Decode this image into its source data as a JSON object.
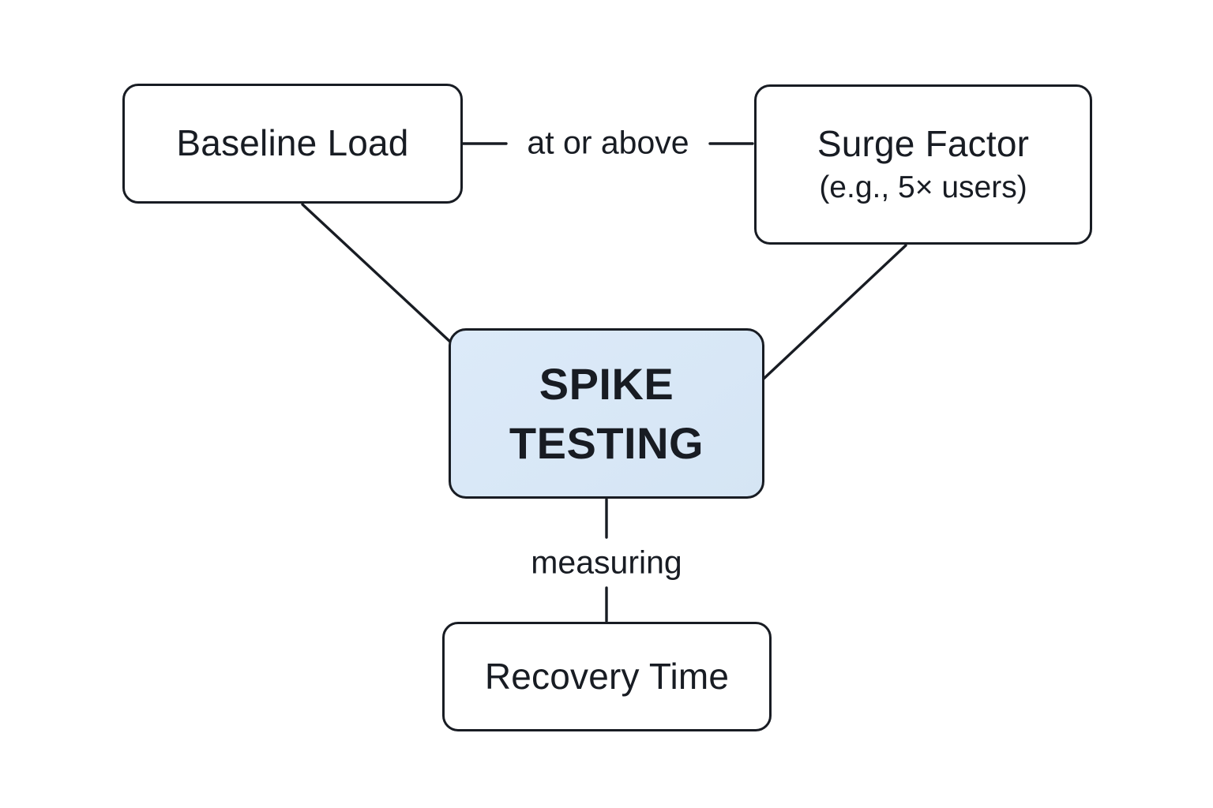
{
  "colors": {
    "background": "#ffffff",
    "stroke": "#181c23",
    "text": "#181c23",
    "center_node_fill": "#d9e8f7"
  },
  "nodes": {
    "baseline": {
      "label": "Baseline Load"
    },
    "surge": {
      "label": "Surge Factor",
      "sublabel": "(e.g., 5× users)"
    },
    "spike": {
      "label": "SPIKE TESTING"
    },
    "recovery": {
      "label": "Recovery Time"
    }
  },
  "edges": {
    "baseline_surge": {
      "label": "at or above"
    },
    "spike_recovery": {
      "label": "measuring"
    }
  }
}
